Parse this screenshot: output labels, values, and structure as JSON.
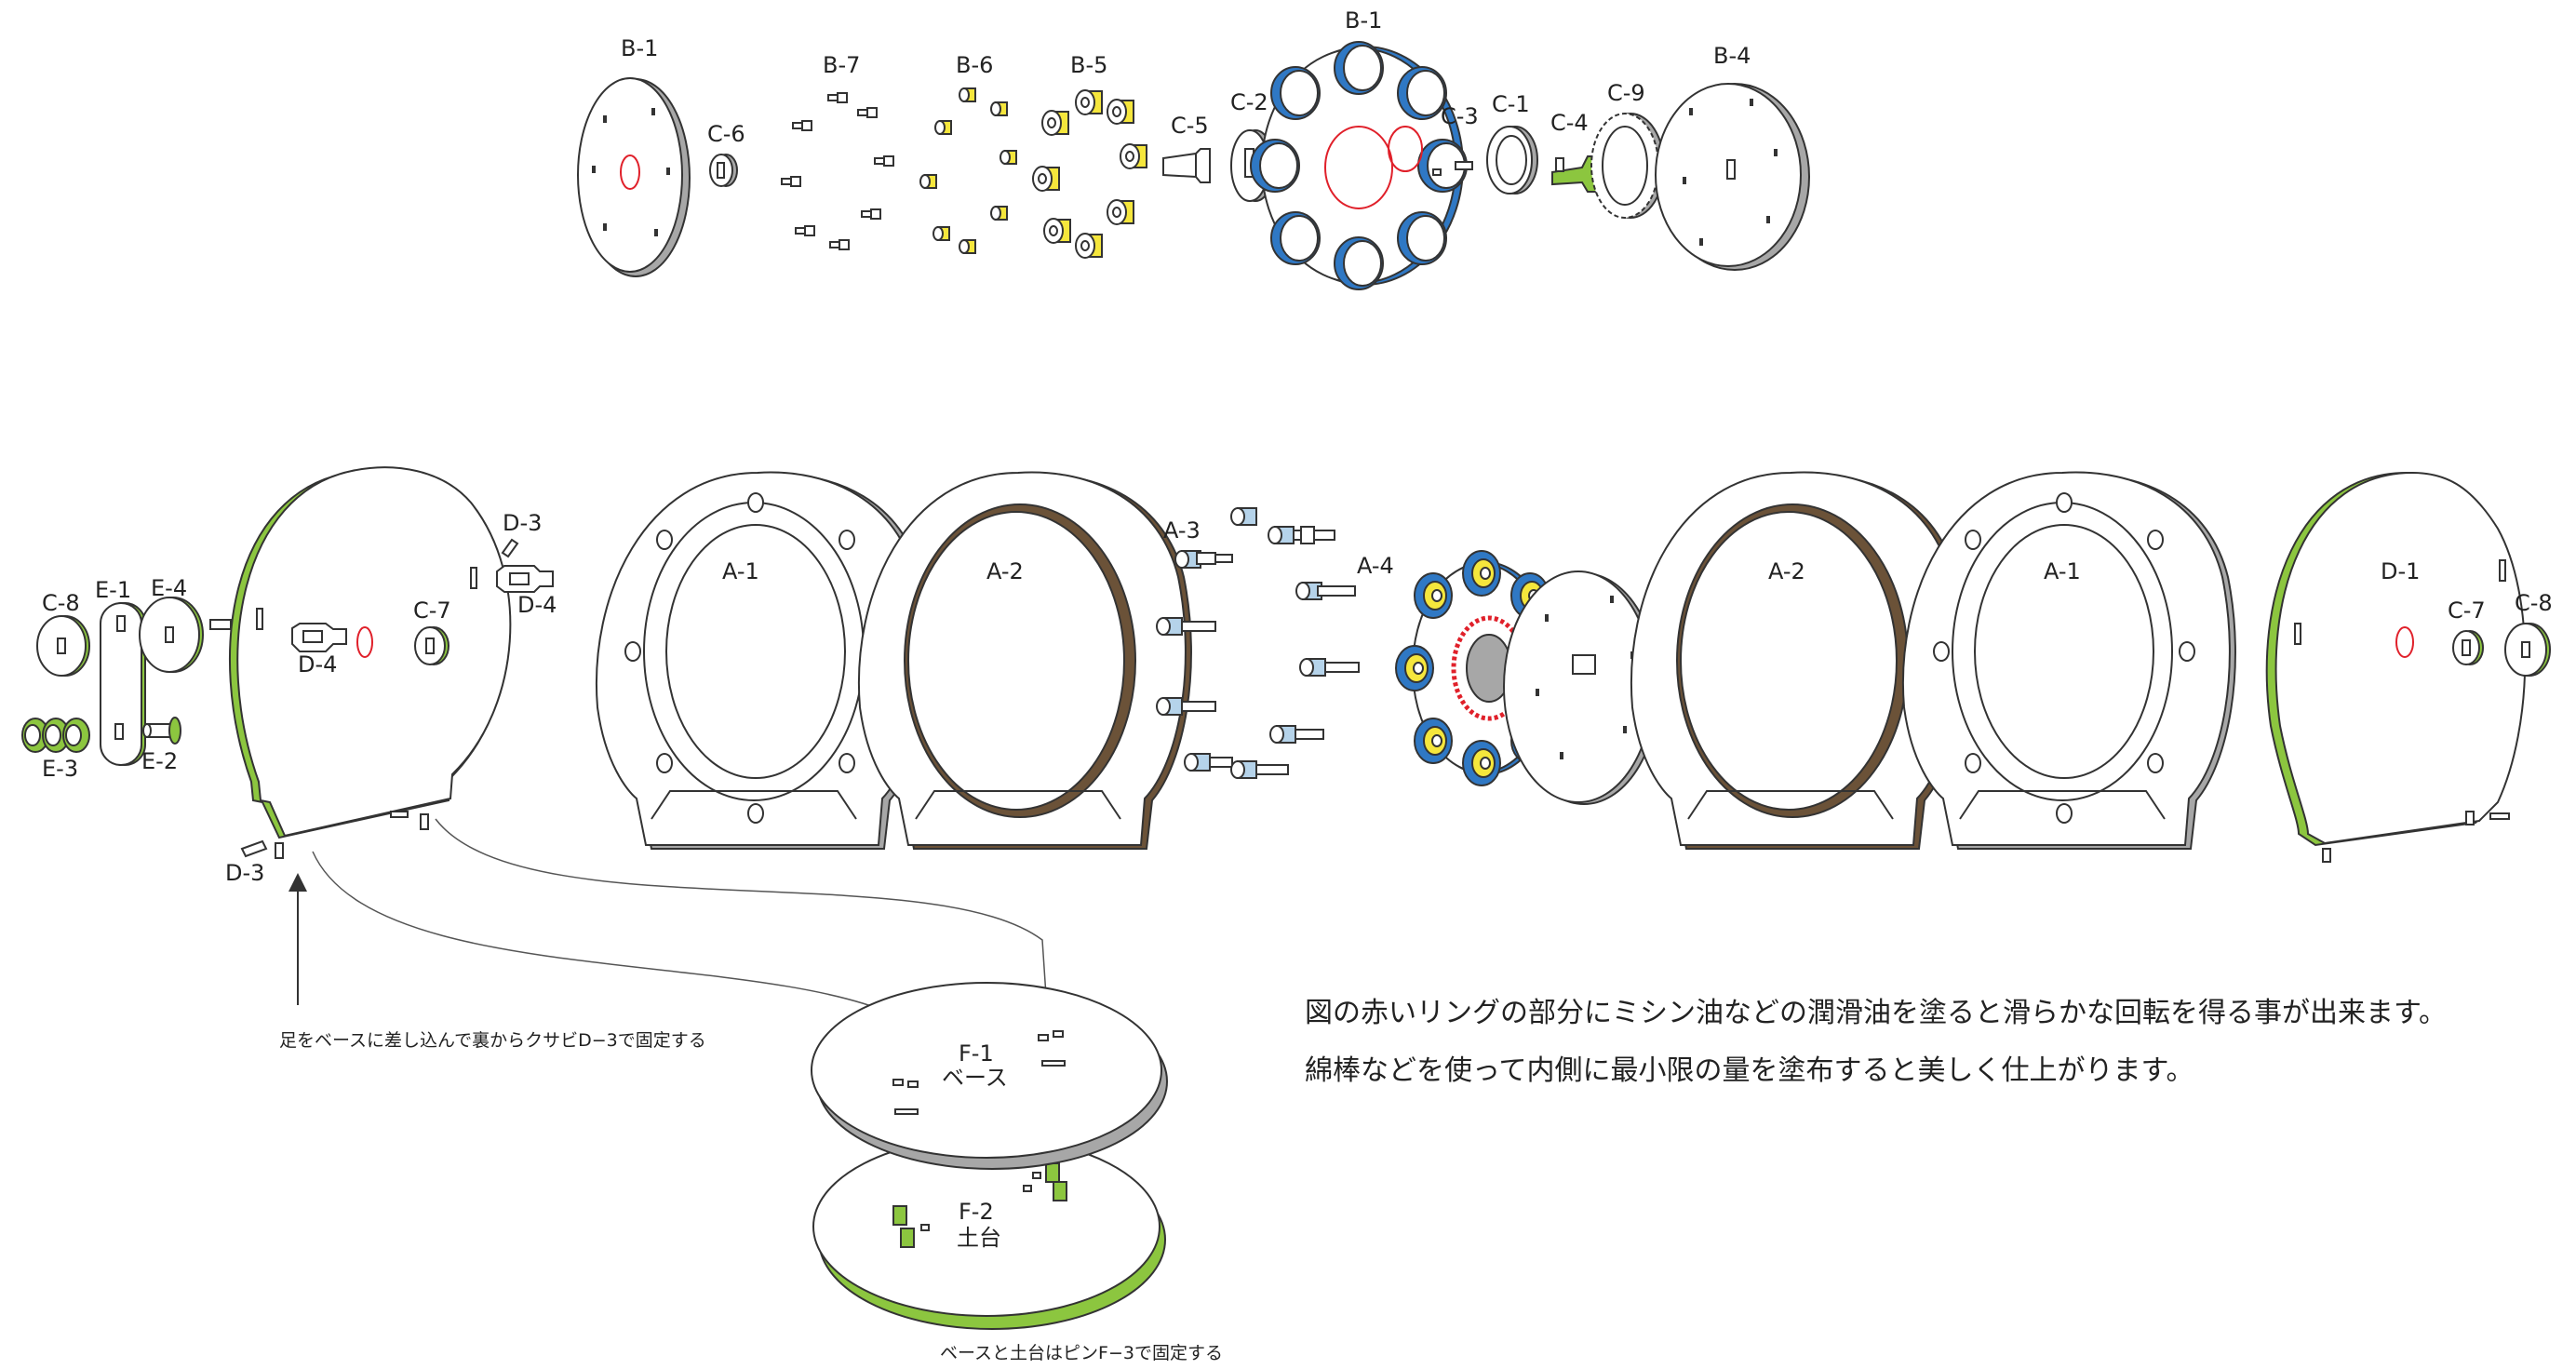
{
  "labels": {
    "b1_left": "B-1",
    "c6": "C-6",
    "b7": "B-7",
    "b6": "B-6",
    "b5": "B-5",
    "c5": "C-5",
    "c2": "C-2",
    "b1_center": "B-1",
    "c3": "C-3",
    "c1": "C-1",
    "c4": "C-4",
    "c9": "C-9",
    "b4": "B-4",
    "c8_left": "C-8",
    "e1": "E-1",
    "e4": "E-4",
    "e3": "E-3",
    "e2": "E-2",
    "c7_left": "C-7",
    "d4_center": "D-4",
    "d3_top": "D-3",
    "d4_right": "D-4",
    "d3_bottom": "D-3",
    "a1_left": "A-1",
    "a2_left": "A-2",
    "a3": "A-3",
    "a4": "A-4",
    "a2_right": "A-2",
    "a1_right": "A-1",
    "d1": "D-1",
    "c7_right": "C-7",
    "c8_right": "C-8",
    "f1": "F-1",
    "f1_sub": "ベース",
    "f2": "F-2",
    "f2_sub": "土台"
  },
  "notes": {
    "foot_instruction": "足をベースに差し込んで裏からクサビD−3で固定する",
    "oil_line1": "図の赤いリングの部分にミシン油などの潤滑油を塗ると滑らかな回転を得る事が出来ます。",
    "oil_line2": "綿棒などを使って内側に最小限の量を塗布すると美しく仕上がります。",
    "base_instruction": "ベースと土台はピンF−3で固定する"
  },
  "colors": {
    "green": "#8cc63f",
    "blue": "#2f78c4",
    "yellow": "#f5e63c",
    "brown": "#6b5238",
    "gray": "#a7a7a7",
    "red": "#e0202a",
    "line": "#333333"
  }
}
